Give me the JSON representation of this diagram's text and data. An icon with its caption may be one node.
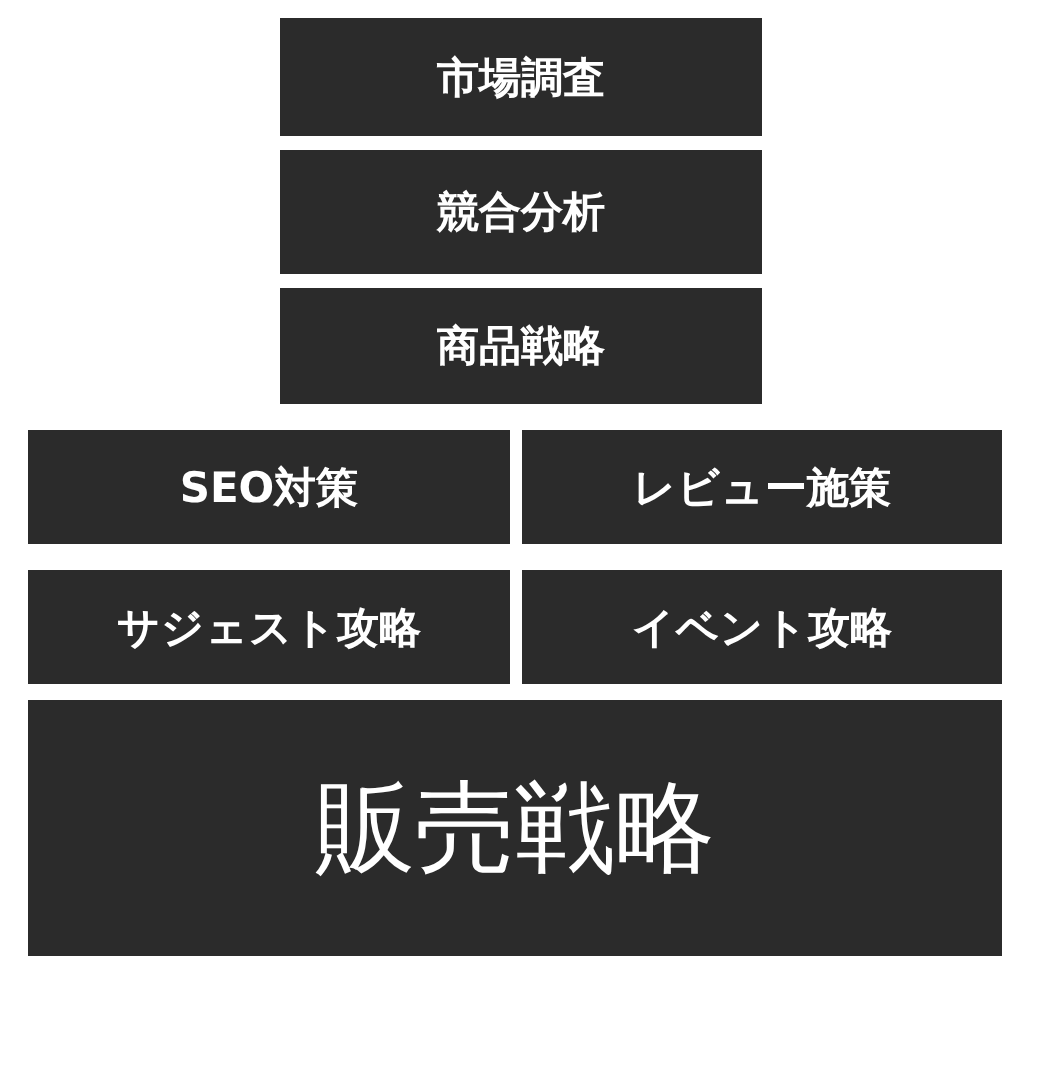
{
  "diagram": {
    "nodes": [
      {
        "text": [
          "市場調査"
        ]
      },
      {
        "text": [
          "競合分析"
        ]
      },
      {
        "text": [
          "商品戦略"
        ]
      },
      {
        "text": [
          "SEO対策"
        ]
      },
      {
        "text": [
          "レビュー施策"
        ]
      },
      {
        "text": [
          "サジェスト攻略"
        ]
      },
      {
        "text": [
          "イベント攻略"
        ]
      },
      {
        "text": [
          "販売戦略"
        ]
      }
    ]
  }
}
